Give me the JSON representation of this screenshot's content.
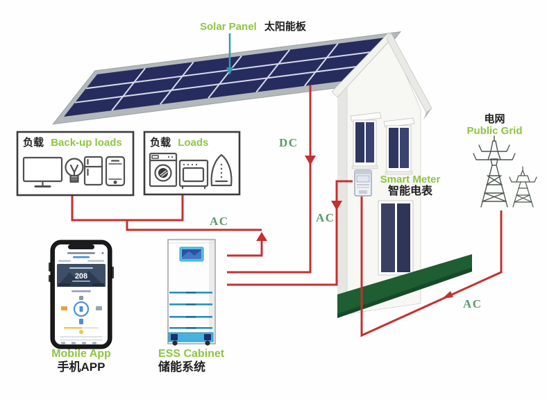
{
  "solar_panel": {
    "name_en": "Solar Panel",
    "name_zh": "太阳能板"
  },
  "backup_loads": {
    "name_zh": "负载",
    "name_en": "Back-up loads",
    "icons": [
      "tv-icon",
      "lightbulb-icon",
      "refrigerator-icon",
      "smartphone-icon"
    ]
  },
  "loads": {
    "name_zh": "负载",
    "name_en": "Loads",
    "icons": [
      "washing-machine-icon",
      "microwave-oven-icon",
      "iron-icon"
    ]
  },
  "mobile_app": {
    "name_en": "Mobile App",
    "name_zh": "手机APP",
    "screen_value": "208"
  },
  "ess_cabinet": {
    "name_en": "ESS Cabinet",
    "name_zh": "储能系统"
  },
  "smart_meter": {
    "name_en": "Smart Meter",
    "name_zh": "智能电表"
  },
  "public_grid": {
    "name_zh": "电网",
    "name_en": "Public Grid"
  },
  "wires": {
    "dc": "DC",
    "ac_to_loads": "AC",
    "ac_meter_to_ess": "AC",
    "ac_grid": "AC"
  },
  "colors": {
    "accent_green": "#8dc63f",
    "wire_red": "#c53030",
    "ac_dc_label_green": "#58996a",
    "pointer_teal": "#2d9db0",
    "panel_navy": "#272c5e",
    "lawn_green": "#1e5e32"
  }
}
